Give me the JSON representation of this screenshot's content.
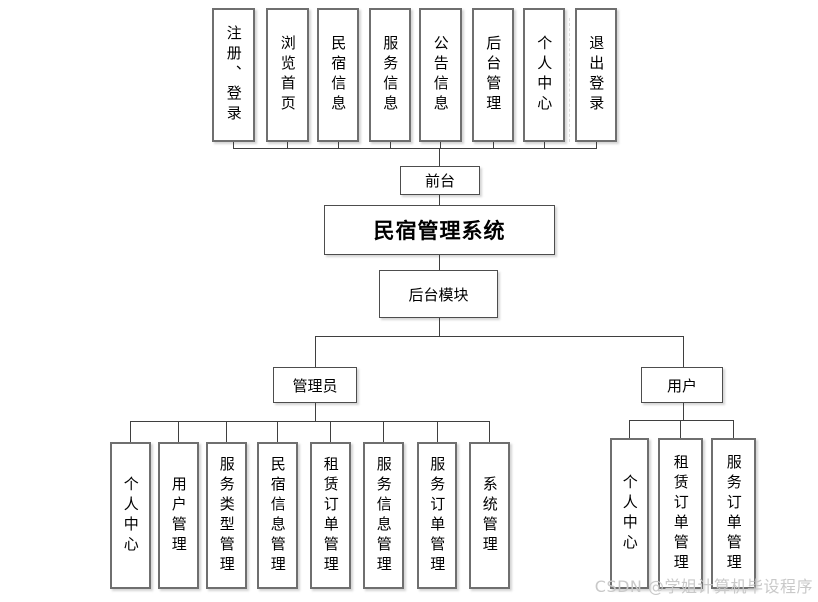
{
  "diagram": {
    "title": "民宿管理系统",
    "front_group_label": "前台",
    "back_group_label": "后台模块",
    "admin_label": "管理员",
    "user_label": "用户",
    "front_items": [
      "注册、登录",
      "浏览首页",
      "民宿信息",
      "服务信息",
      "公告信息",
      "后台管理",
      "个人中心",
      "退出登录"
    ],
    "admin_items": [
      "个人中心",
      "用户管理",
      "服务类型管理",
      "民宿信息管理",
      "租赁订单管理",
      "服务信息管理",
      "服务订单管理",
      "系统管理"
    ],
    "user_items": [
      "个人中心",
      "租赁订单管理",
      "服务订单管理"
    ]
  },
  "watermark": {
    "text": "CSDN @学姐计算机毕设程序"
  },
  "colors": {
    "box_border": "#6f6f6f",
    "connector_line": "#3f3f3f",
    "text": "#000000",
    "watermark": "#c9c9c9",
    "background": "#ffffff"
  }
}
